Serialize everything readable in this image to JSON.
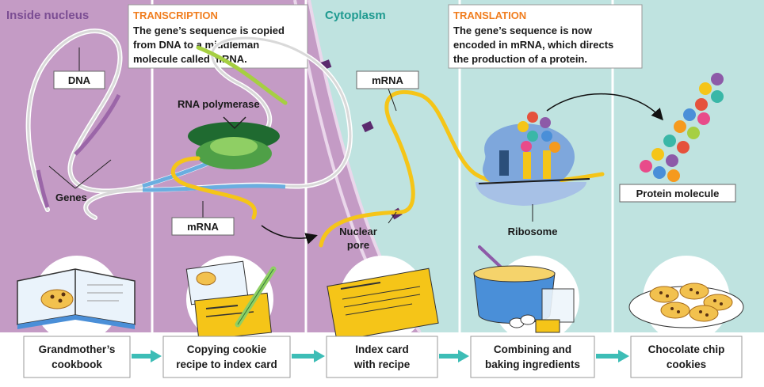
{
  "panels": {
    "nucleus_title": "Inside nucleus",
    "cytoplasm_title": "Cytoplasm"
  },
  "transcription": {
    "heading": "TRANSCRIPTION",
    "lines": [
      "The gene’s sequence is copied",
      "from DNA to a middleman",
      "molecule called mRNA."
    ]
  },
  "translation": {
    "heading": "TRANSLATION",
    "lines": [
      "The gene’s sequence is now",
      "encoded in mRNA, which directs",
      "the production of a protein."
    ]
  },
  "labels": {
    "dna": "DNA",
    "genes": "Genes",
    "rna_polymerase": "RNA polymerase",
    "mrna_left": "mRNA",
    "mrna_right": "mRNA",
    "nuclear_pore": [
      "Nuclear",
      "pore"
    ],
    "ribosome": "Ribosome",
    "protein": "Protein molecule"
  },
  "steps": [
    {
      "lines": [
        "Grandmother’s",
        "cookbook"
      ]
    },
    {
      "lines": [
        "Copying cookie",
        "recipe to index card"
      ]
    },
    {
      "lines": [
        "Index card",
        "with recipe"
      ]
    },
    {
      "lines": [
        "Combining and",
        "baking ingredients"
      ]
    },
    {
      "lines": [
        "Chocolate chip",
        "cookies"
      ]
    }
  ],
  "colors": {
    "nucleus": "#c49bc5",
    "cytoplasm": "#bfe3e0",
    "heading_orange": "#f07d1e",
    "nucleus_title": "#7b4d93",
    "cytoplasm_title": "#1e9a90",
    "arrow_teal": "#3dbdb6",
    "mrna_yellow": "#f5c518",
    "dna_blue": "#6aaee0",
    "polymerase_green": "#2e7d3a"
  }
}
